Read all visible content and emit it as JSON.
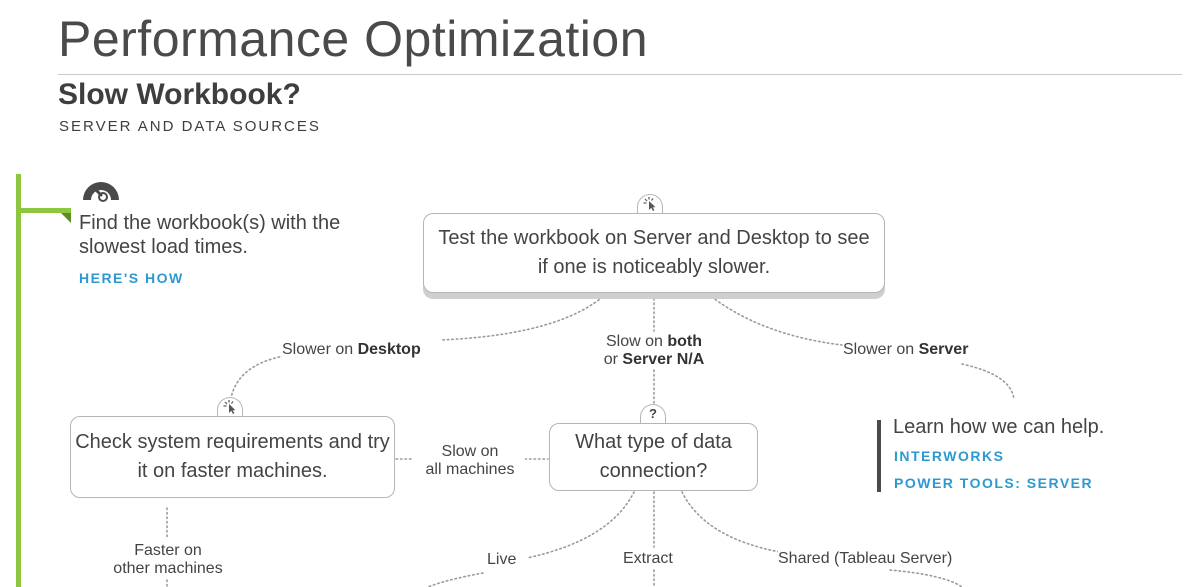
{
  "header": {
    "title": "Performance Optimization",
    "subtitle": "Slow Workbook?",
    "section_label": "SERVER AND DATA SOURCES"
  },
  "step1": {
    "icon": "speedometer-icon",
    "text": "Find the workbook(s) with the slowest load times.",
    "link": "HERE'S HOW"
  },
  "nodes": {
    "test": {
      "text": "Test the workbook on Server and Desktop to see if one is noticeably slower.",
      "badge_icon": "cursor-click-icon"
    },
    "check": {
      "text": "Check system requirements and try it on faster machines.",
      "badge_icon": "cursor-click-icon"
    },
    "type": {
      "text": "What type of data connection?",
      "badge": "?"
    }
  },
  "edges": {
    "desktop": {
      "prefix": "Slower on ",
      "bold": "Desktop"
    },
    "both": {
      "line1_prefix": "Slow on ",
      "line1_bold": "both",
      "line2_prefix": "or ",
      "line2_bold": "Server N/A"
    },
    "server": {
      "prefix": "Slower on ",
      "bold": "Server"
    },
    "all_machines": {
      "line1": "Slow on",
      "line2": "all machines"
    },
    "faster": {
      "line1": "Faster on",
      "line2": "other machines"
    },
    "live": "Live",
    "extract": "Extract",
    "shared": "Shared (Tableau Server)"
  },
  "help": {
    "text": "Learn how we can help.",
    "link1": "INTERWORKS",
    "link2": "POWER TOOLS: SERVER"
  },
  "colors": {
    "accent_green": "#8dc63f",
    "link_blue": "#2c9ad0",
    "text": "#444444",
    "border": "#b5b5b5"
  }
}
